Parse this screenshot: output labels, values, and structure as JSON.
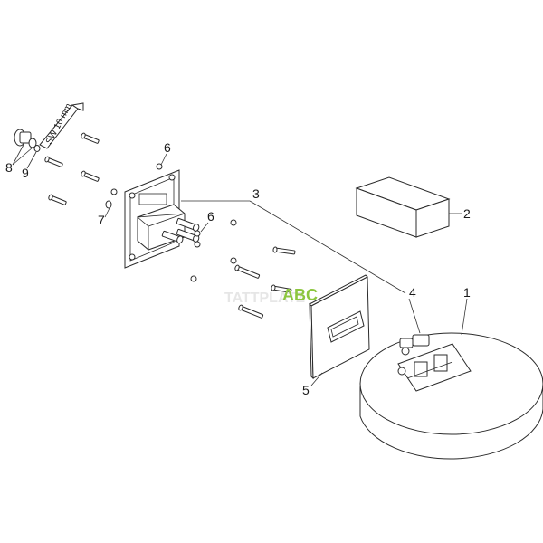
{
  "labels": {
    "p1": "1",
    "p2": "2",
    "p3": "3",
    "p4": "4",
    "p5": "5",
    "p6a": "6",
    "p6b": "6",
    "p7": "7",
    "p8": "8",
    "p9": "9"
  },
  "tool_label": "SW 10 mm",
  "watermark": "ABC"
}
